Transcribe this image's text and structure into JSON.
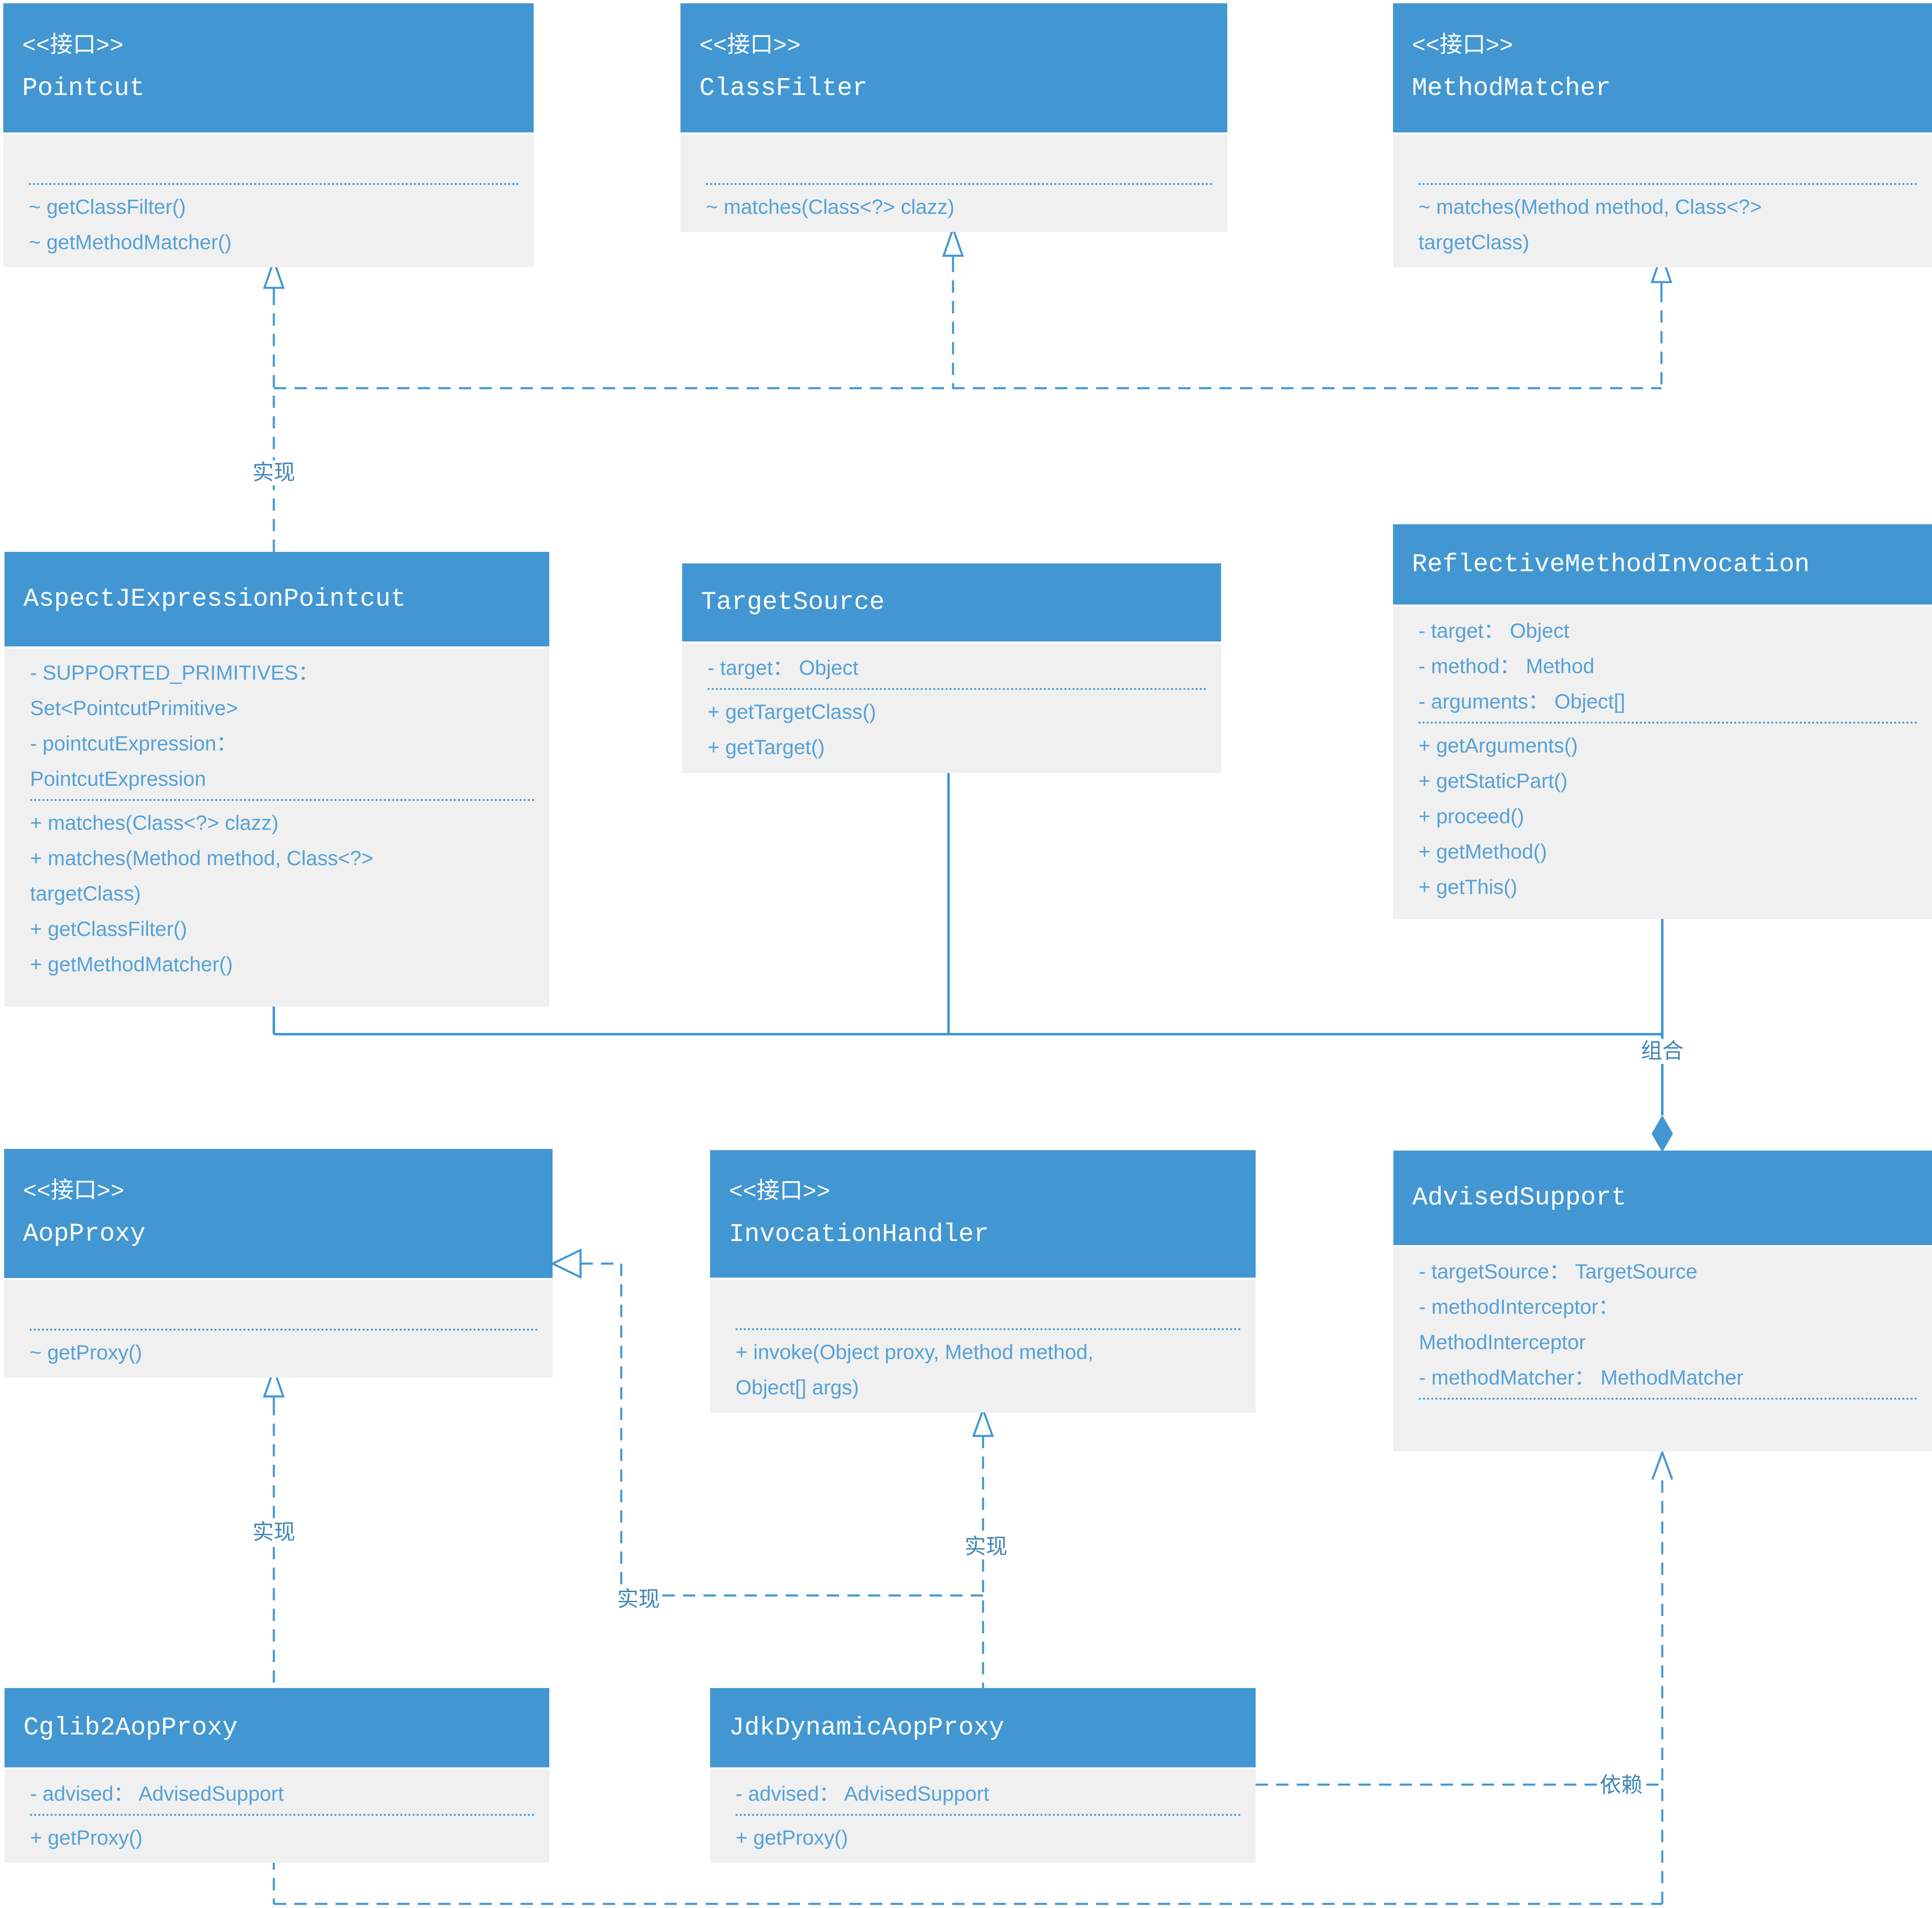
{
  "diagram": {
    "colors": {
      "header_blue": "#4297d2",
      "line_blue": "#4297d2",
      "body_gray": "#f0f0f0",
      "member_text_blue": "#55a1d8",
      "edge_label_blue": "#4285ba"
    },
    "edge_labels": {
      "realize_pointcut": "实现",
      "realize_cglib_aopproxy": "实现",
      "realize_jdk_aopproxy": "实现",
      "realize_jdk_invocationhandler": "实现",
      "composition": "组合",
      "dependency": "依赖"
    },
    "classes": {
      "pointcut": {
        "stereotype": "<<接口>>",
        "name": "Pointcut",
        "attribute_lines": [],
        "method_lines": [
          "~ getClassFilter()",
          "~ getMethodMatcher()"
        ]
      },
      "class_filter": {
        "stereotype": "<<接口>>",
        "name": "ClassFilter",
        "attribute_lines": [],
        "method_lines": [
          "~ matches(Class<?> clazz)"
        ]
      },
      "method_matcher": {
        "stereotype": "<<接口>>",
        "name": "MethodMatcher",
        "attribute_lines": [],
        "method_lines": [
          "~ matches(Method method, Class<?>",
          "targetClass)"
        ]
      },
      "aspectj_expression_pointcut": {
        "name": "AspectJExpressionPointcut",
        "attribute_lines": [
          "- SUPPORTED_PRIMITIVES：",
          "Set<PointcutPrimitive>",
          "- pointcutExpression：",
          "PointcutExpression"
        ],
        "method_lines": [
          "+ matches(Class<?> clazz)",
          "+ matches(Method method, Class<?>",
          "targetClass)",
          "+ getClassFilter()",
          "+ getMethodMatcher()"
        ]
      },
      "target_source": {
        "name": "TargetSource",
        "attribute_lines": [
          "- target： Object"
        ],
        "method_lines": [
          "+ getTargetClass()",
          "+ getTarget()"
        ]
      },
      "reflective_method_invocation": {
        "name": "ReflectiveMethodInvocation",
        "attribute_lines": [
          "- target： Object",
          "- method： Method",
          "- arguments： Object[]"
        ],
        "method_lines": [
          "+ getArguments()",
          "+ getStaticPart()",
          "+ proceed()",
          "+ getMethod()",
          "+ getThis()"
        ]
      },
      "aop_proxy": {
        "stereotype": "<<接口>>",
        "name": "AopProxy",
        "attribute_lines": [],
        "method_lines": [
          "~ getProxy()"
        ]
      },
      "invocation_handler": {
        "stereotype": "<<接口>>",
        "name": "InvocationHandler",
        "attribute_lines": [],
        "method_lines": [
          "+ invoke(Object proxy, Method method,",
          "Object[] args)"
        ]
      },
      "advised_support": {
        "name": "AdvisedSupport",
        "attribute_lines": [
          "- targetSource： TargetSource",
          "- methodInterceptor：",
          "MethodInterceptor",
          "- methodMatcher： MethodMatcher"
        ],
        "method_lines": []
      },
      "cglib2_aop_proxy": {
        "name": "Cglib2AopProxy",
        "attribute_lines": [
          "- advised： AdvisedSupport"
        ],
        "method_lines": [
          "+ getProxy()"
        ]
      },
      "jdk_dynamic_aop_proxy": {
        "name": "JdkDynamicAopProxy",
        "attribute_lines": [
          "- advised： AdvisedSupport"
        ],
        "method_lines": [
          "+ getProxy()"
        ]
      }
    }
  }
}
